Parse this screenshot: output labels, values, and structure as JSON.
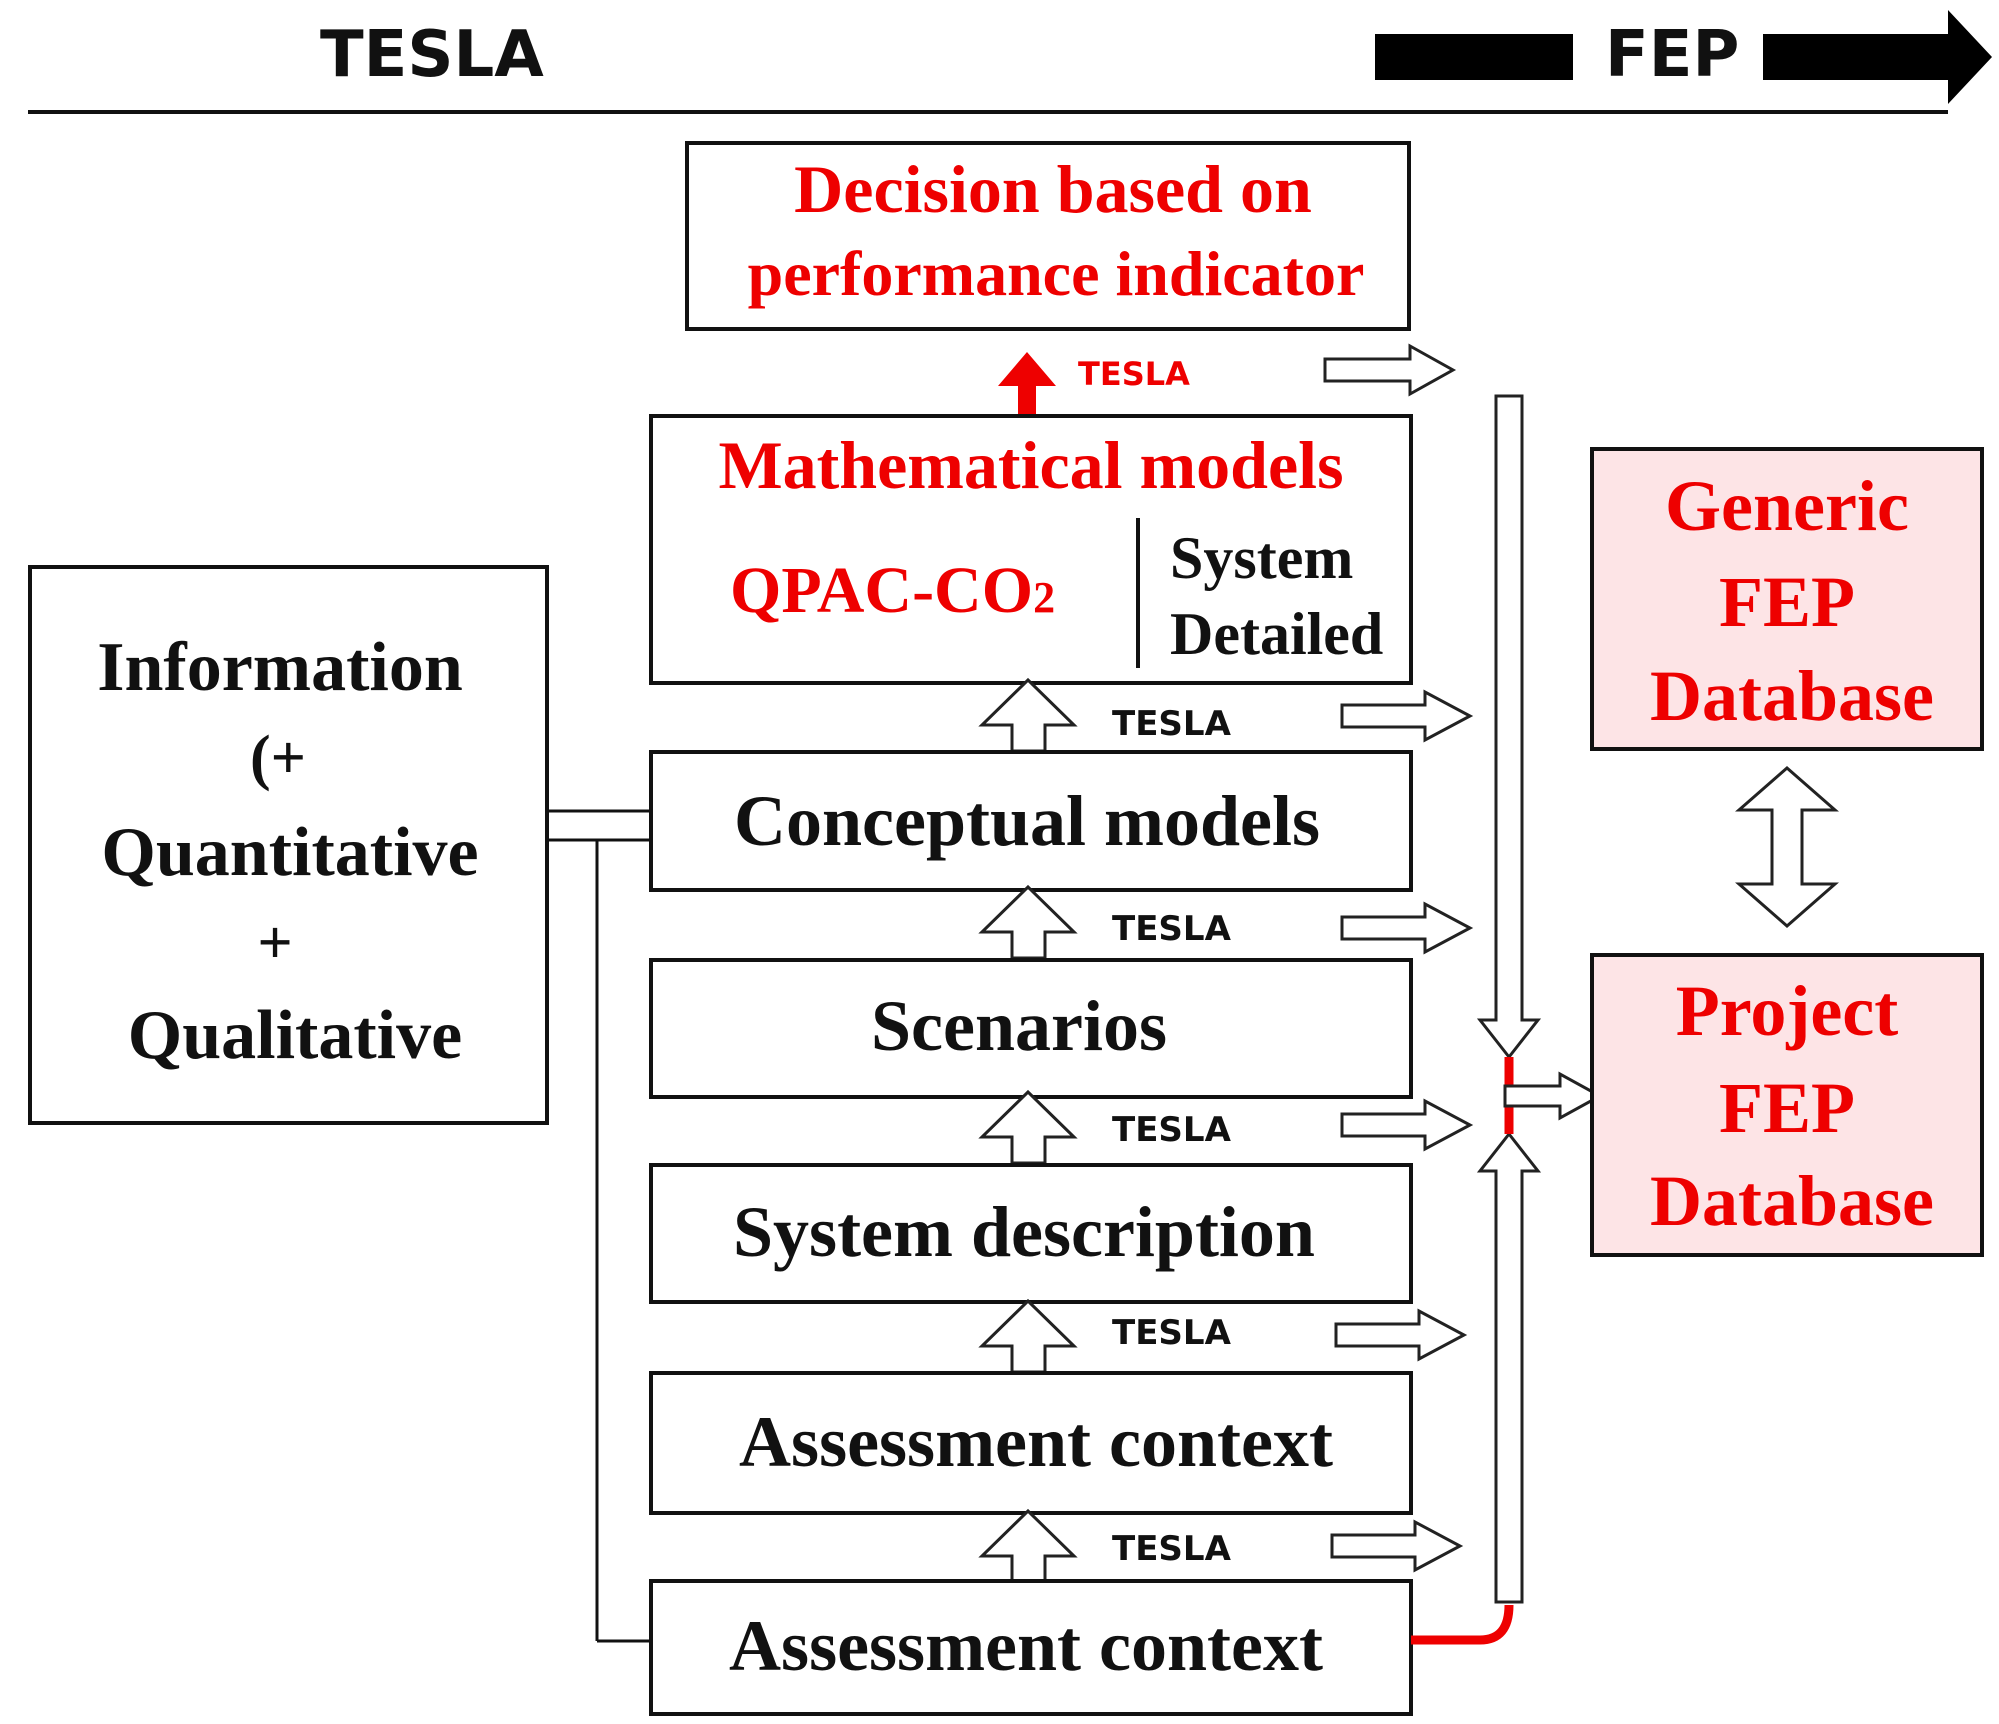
{
  "header": {
    "left_label": "TESLA",
    "right_label": "FEP"
  },
  "colors": {
    "red": "#ee0000",
    "black": "#111111",
    "pink_fill": "#fde4e6"
  },
  "arrow_label": "TESLA",
  "boxes": {
    "decision": {
      "line1": "Decision based on",
      "line2": "performance indicator"
    },
    "math": {
      "title": "Mathematical models",
      "code": "QPAC-CO",
      "code_sub": "2",
      "right1": "System",
      "right2": "Detailed"
    },
    "conceptual": "Conceptual models",
    "scenarios": "Scenarios",
    "system_description": "System description",
    "assessment_context_upper": "Assessment context",
    "assessment_context_lower": "Assessment context",
    "information": {
      "line1": "Information",
      "line2": "(+",
      "line3": "Quantitative",
      "line4": "+",
      "line5": "Qualitative"
    },
    "generic_fep": {
      "line1": "Generic",
      "line2": "FEP",
      "line3": "Database"
    },
    "project_fep": {
      "line1": "Project",
      "line2": "FEP",
      "line3": "Database"
    }
  }
}
